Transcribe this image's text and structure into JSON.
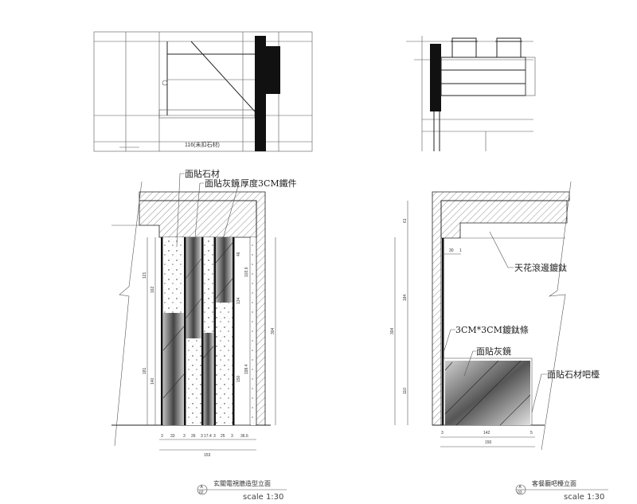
{
  "plan_left": {
    "note": "116(未扣石材)"
  },
  "elevation_left": {
    "labels": [
      "面貼石材",
      "面貼灰鏡",
      "厚度3CM鐵件"
    ],
    "dims_left_outer": [
      "121",
      "181"
    ],
    "dims_left_inner": [
      "162",
      "140"
    ],
    "dims_right_inner": [
      "46",
      "103.6",
      "134",
      "150",
      "198.4"
    ],
    "dim_total_height": "304",
    "dims_bottom": [
      "3",
      "33",
      "3",
      "26",
      "3",
      "17.4",
      "3",
      "25",
      "3",
      "36.6"
    ],
    "dim_total_width": "153",
    "title": "玄關電視牆造型立面",
    "tag_top": "A",
    "tag_bottom": "02",
    "scale": "scale 1:30"
  },
  "elevation_right": {
    "labels": [
      "天花滾邊鍍鈦",
      "3CM*3CM鍍鈦條",
      "面貼灰鏡",
      "面貼石材吧檯"
    ],
    "dims_left": [
      "61",
      "184",
      "110"
    ],
    "dim_total_height": "304",
    "dims_small": [
      "30",
      "1"
    ],
    "dims_bottom": [
      "3",
      "142",
      "5"
    ],
    "dim_total_width": "150",
    "title": "客餐廳吧檯立面",
    "tag_top": "A",
    "tag_bottom": "03",
    "scale": "scale 1:30"
  },
  "colors": {
    "line": "#222222",
    "mirror_dark": "#555555",
    "mirror_light": "#d8d8d8"
  }
}
